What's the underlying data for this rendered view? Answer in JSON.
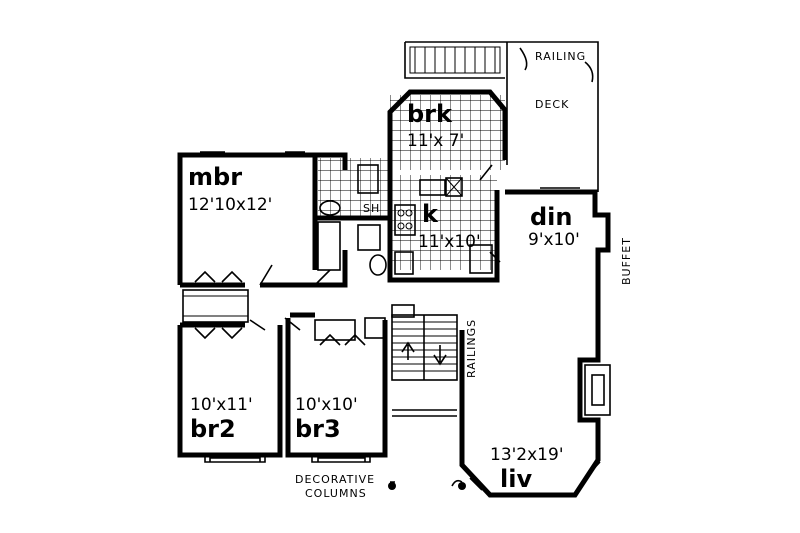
{
  "rooms": {
    "mbr": {
      "name": "mbr",
      "dims": "12'10x12'"
    },
    "brk": {
      "name": "brk",
      "dims": "11'x 7'"
    },
    "k": {
      "name": "k",
      "dims": "11'x10'"
    },
    "din": {
      "name": "din",
      "dims": "9'x10'"
    },
    "br2": {
      "name": "br2",
      "dims": "10'x11'"
    },
    "br3": {
      "name": "br3",
      "dims": "10'x10'"
    },
    "liv": {
      "name": "liv",
      "dims": "13'2x19'"
    }
  },
  "labels": {
    "deck": "DECK",
    "railing_top": "RAILING",
    "railing_stair": "RAILINGS",
    "buffet": "BUFFET",
    "sh": "SH",
    "decorative_1": "DECORATIVE",
    "decorative_2": "COLUMNS"
  }
}
